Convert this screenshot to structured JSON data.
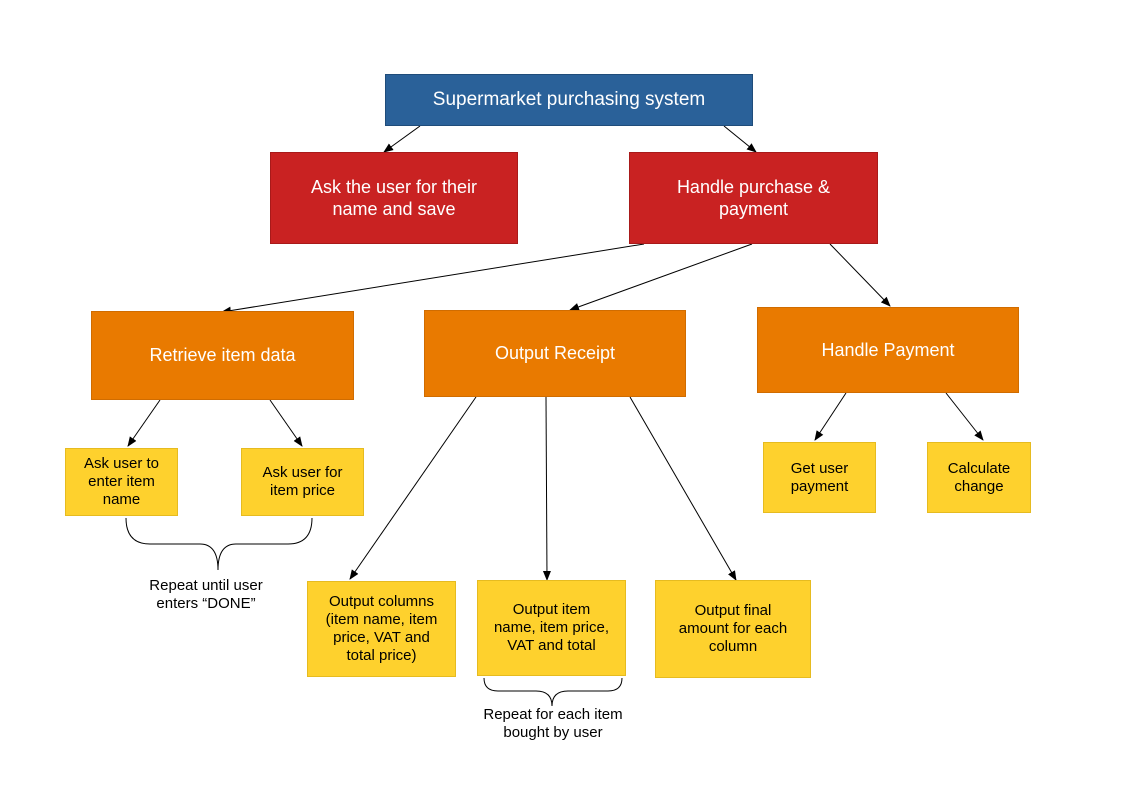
{
  "diagram": {
    "root": {
      "label": "Supermarket purchasing system"
    },
    "ask_name": {
      "label": "Ask the user for their\nname and save"
    },
    "handle_purchase": {
      "label": "Handle purchase &\npayment"
    },
    "retrieve_item": {
      "label": "Retrieve item data"
    },
    "output_receipt": {
      "label": "Output Receipt"
    },
    "handle_payment": {
      "label": "Handle Payment"
    },
    "ask_item_name": {
      "label": "Ask user to\nenter item\nname"
    },
    "ask_item_price": {
      "label": "Ask user for\nitem price"
    },
    "output_columns": {
      "label": "Output columns\n(item name, item\nprice, VAT and\ntotal price)"
    },
    "output_item": {
      "label": "Output item\nname, item price,\nVAT and total"
    },
    "output_final": {
      "label": "Output final\namount for each\ncolumn"
    },
    "get_payment": {
      "label": "Get user\npayment"
    },
    "calc_change": {
      "label": "Calculate\nchange"
    },
    "repeat_done": {
      "label": "Repeat until user\nenters “DONE”"
    },
    "repeat_each": {
      "label": "Repeat for each item\nbought by user"
    }
  },
  "colors": {
    "title": "#2a6199",
    "red": "#c92222",
    "orange": "#e97a00",
    "yellow": "#fed12d"
  }
}
